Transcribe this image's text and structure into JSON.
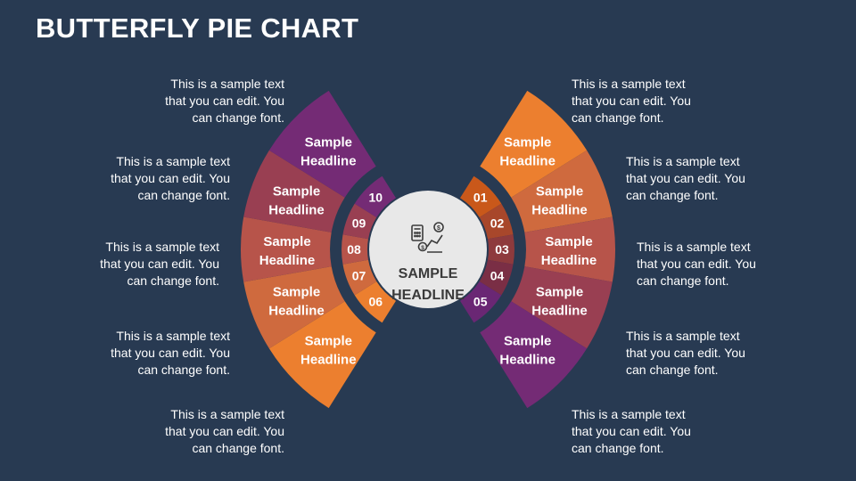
{
  "title": "BUTTERFLY PIE CHART",
  "center": {
    "line1": "SAMPLE",
    "line2": "HEADLINE",
    "icon": "finance-calculator-icon"
  },
  "right": [
    {
      "num": "01",
      "headline": [
        "Sample",
        "Headline"
      ],
      "text": [
        "This is a sample text",
        "that you can edit. You",
        "can change font."
      ],
      "color": "#ec7f2f",
      "num_color": "#c9581a"
    },
    {
      "num": "02",
      "headline": [
        "Sample",
        "Headline"
      ],
      "text": [
        "This is a sample text",
        "that you can edit. You",
        "can change font."
      ],
      "color": "#cf6a3e",
      "num_color": "#a8472b"
    },
    {
      "num": "03",
      "headline": [
        "Sample",
        "Headline"
      ],
      "text": [
        "This is a sample text",
        "that you can edit. You",
        "can change font."
      ],
      "color": "#b7544a",
      "num_color": "#8e3a3d"
    },
    {
      "num": "04",
      "headline": [
        "Sample",
        "Headline"
      ],
      "text": [
        "This is a sample text",
        "that you can edit. You",
        "can change font."
      ],
      "color": "#993f52",
      "num_color": "#7a2e45"
    },
    {
      "num": "05",
      "headline": [
        "Sample",
        "Headline"
      ],
      "text": [
        "This is a sample text",
        "that you can edit. You",
        "can change font."
      ],
      "color": "#742b75",
      "num_color": "#6a2774"
    }
  ],
  "left": [
    {
      "num": "06",
      "headline": [
        "Sample",
        "Headline"
      ],
      "text": [
        "This is a sample text",
        "that you can edit. You",
        "can change font."
      ],
      "color": "#ec7f2f",
      "num_color": "#ec7f2f"
    },
    {
      "num": "07",
      "headline": [
        "Sample",
        "Headline"
      ],
      "text": [
        "This is a sample text",
        "that you can edit. You",
        "can change font."
      ],
      "color": "#cf6a3e",
      "num_color": "#cf6a3e"
    },
    {
      "num": "08",
      "headline": [
        "Sample",
        "Headline"
      ],
      "text": [
        "This is a sample text",
        "that you can edit. You",
        "can change font."
      ],
      "color": "#b7544a",
      "num_color": "#b7544a"
    },
    {
      "num": "09",
      "headline": [
        "Sample",
        "Headline"
      ],
      "text": [
        "This is a sample text",
        "that you can edit. You",
        "can change font."
      ],
      "color": "#993f52",
      "num_color": "#993f52"
    },
    {
      "num": "10",
      "headline": [
        "Sample",
        "Headline"
      ],
      "text": [
        "This is a sample text",
        "that you can edit. You",
        "can change font."
      ],
      "color": "#742b75",
      "num_color": "#742b75"
    }
  ]
}
